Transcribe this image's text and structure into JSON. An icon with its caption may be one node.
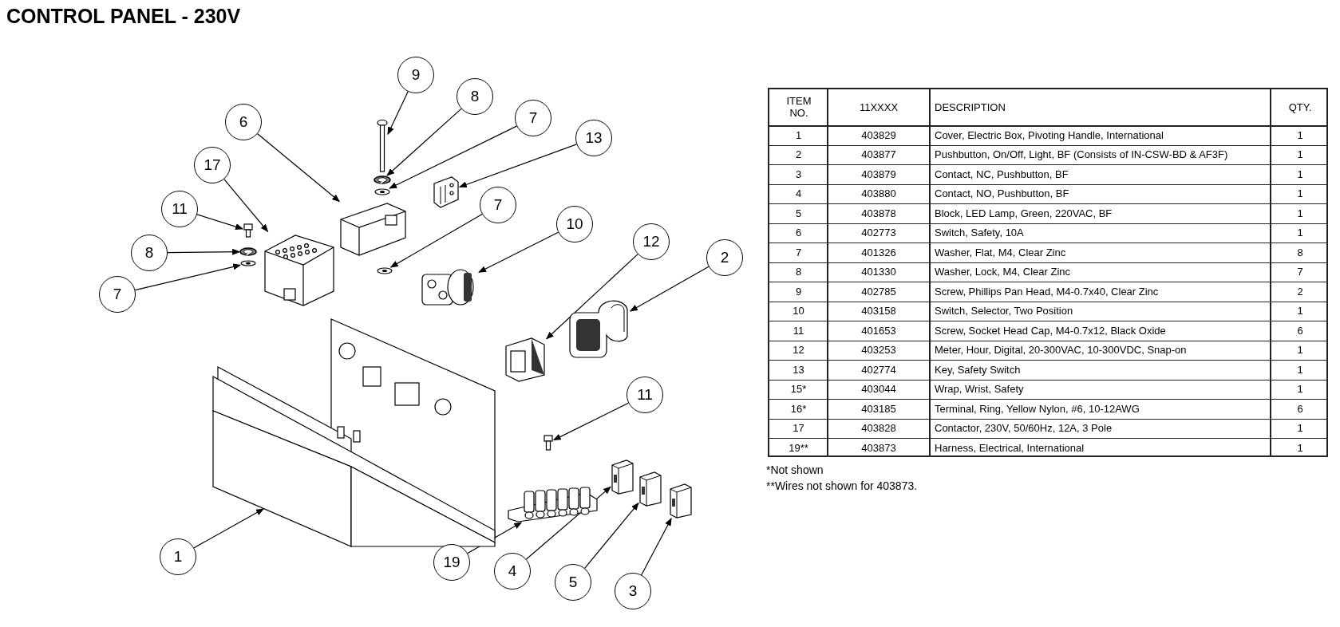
{
  "diagram": {
    "title": "CONTROL PANEL - 230V",
    "nodes": [
      {
        "text": [
          "9"
        ]
      },
      {
        "text": [
          "8"
        ]
      },
      {
        "text": [
          "7"
        ]
      },
      {
        "text": [
          "13"
        ]
      },
      {
        "text": [
          "6"
        ]
      },
      {
        "text": [
          "17"
        ]
      },
      {
        "text": [
          "11"
        ]
      },
      {
        "text": [
          "8"
        ]
      },
      {
        "text": [
          "7"
        ]
      },
      {
        "text": [
          "7"
        ]
      },
      {
        "text": [
          "10"
        ]
      },
      {
        "text": [
          "12"
        ]
      },
      {
        "text": [
          "2"
        ]
      },
      {
        "text": [
          "11"
        ]
      },
      {
        "text": [
          "1"
        ]
      },
      {
        "text": [
          "19"
        ]
      },
      {
        "text": [
          "4"
        ]
      },
      {
        "text": [
          "5"
        ]
      },
      {
        "text": [
          "3"
        ]
      },
      {
        "text": [],
        "shape": "picture"
      },
      {
        "text": [],
        "shape": "picture"
      },
      {
        "text": [],
        "shape": "picture"
      },
      {
        "text": [],
        "shape": "picture"
      },
      {
        "text": [],
        "shape": "picture"
      },
      {
        "text": [],
        "shape": "picture"
      },
      {
        "text": [],
        "shape": "picture"
      },
      {
        "text": [],
        "shape": "picture"
      },
      {
        "text": [],
        "shape": "picture"
      },
      {
        "text": [],
        "shape": "picture"
      },
      {
        "text": [],
        "shape": "picture"
      },
      {
        "text": [],
        "shape": "picture"
      },
      {
        "text": [],
        "shape": "picture"
      },
      {
        "text": [],
        "shape": "picture"
      },
      {
        "text": [],
        "shape": "picture"
      },
      {
        "text": [],
        "shape": "picture"
      },
      {
        "text": [],
        "shape": "picture"
      },
      {
        "text": [],
        "shape": "picture"
      },
      {
        "text": [],
        "shape": "picture"
      }
    ],
    "edges": [
      {
        "from": 0,
        "to": 19,
        "arrow": "to"
      },
      {
        "from": 1,
        "to": 20,
        "arrow": "to"
      },
      {
        "from": 2,
        "to": 21,
        "arrow": "to"
      },
      {
        "from": 3,
        "to": 22,
        "arrow": "to"
      },
      {
        "from": 4,
        "to": 23,
        "arrow": "to"
      },
      {
        "from": 5,
        "to": 24,
        "arrow": "to"
      },
      {
        "from": 6,
        "to": 25,
        "arrow": "to"
      },
      {
        "from": 7,
        "to": 26,
        "arrow": "to"
      },
      {
        "from": 8,
        "to": 27,
        "arrow": "to"
      },
      {
        "from": 9,
        "to": 28,
        "arrow": "to"
      },
      {
        "from": 10,
        "to": 29,
        "arrow": "to"
      },
      {
        "from": 11,
        "to": 30,
        "arrow": "to"
      },
      {
        "from": 12,
        "to": 31,
        "arrow": "to"
      },
      {
        "from": 13,
        "to": 32,
        "arrow": "to"
      },
      {
        "from": 14,
        "to": 33,
        "arrow": "to"
      },
      {
        "from": 15,
        "to": 34,
        "arrow": "to"
      },
      {
        "from": 16,
        "to": 35,
        "arrow": "to"
      },
      {
        "from": 17,
        "to": 36,
        "arrow": "to"
      },
      {
        "from": 18,
        "to": 37,
        "arrow": "to"
      }
    ],
    "labels": [
      "ITEM NO.",
      "11XXXX",
      "DESCRIPTION",
      "QTY.",
      "1",
      "403829",
      "Cover, Electric Box, Pivoting Handle, International",
      "1",
      "2",
      "403877",
      "Pushbutton, On/Off, Light, BF (Consists of IN-CSW-BD & AF3F)",
      "1",
      "3",
      "403879",
      "Contact, NC, Pushbutton, BF",
      "1",
      "4",
      "403880",
      "Contact, NO, Pushbutton, BF",
      "1",
      "5",
      "403878",
      "Block, LED Lamp, Green, 220VAC, BF",
      "1",
      "6",
      "402773",
      "Switch, Safety, 10A",
      "1",
      "7",
      "401326",
      "Washer, Flat, M4, Clear Zinc",
      "8",
      "8",
      "401330",
      "Washer, Lock, M4, Clear Zinc",
      "7",
      "9",
      "402785",
      "Screw, Phillips Pan Head, M4-0.7x40, Clear Zinc",
      "2",
      "10",
      "403158",
      "Switch, Selector, Two Position",
      "1",
      "11",
      "401653",
      "Screw, Socket Head Cap, M4-0.7x12, Black Oxide",
      "6",
      "12",
      "403253",
      "Meter, Hour, Digital, 20-300VAC, 10-300VDC, Snap-on",
      "1",
      "13",
      "402774",
      "Key, Safety Switch",
      "1",
      "15*",
      "403044",
      "Wrap, Wrist, Safety",
      "1",
      "16*",
      "403185",
      "Terminal, Ring, Yellow Nylon, #6, 10-12AWG",
      "6",
      "17",
      "403828",
      "Contactor, 230V, 50/60Hz, 12A, 3 Pole",
      "1",
      "19**",
      "403873",
      "Harness, Electrical, International",
      "1",
      "*Not shown",
      "**Wires not shown for 403873."
    ]
  }
}
